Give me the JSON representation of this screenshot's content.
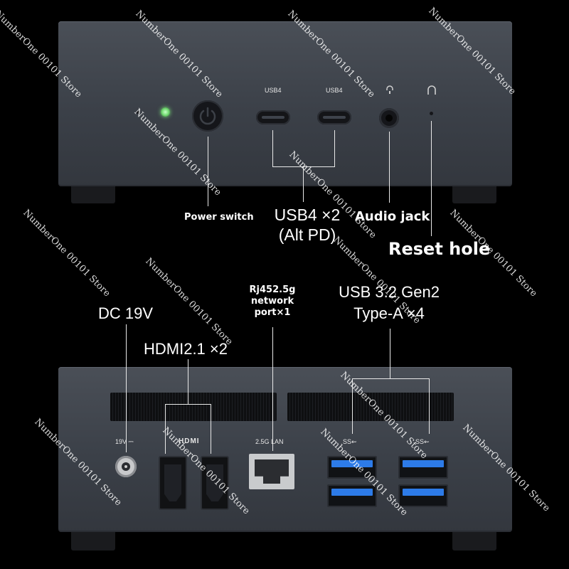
{
  "watermark": "NumberOne 00101 Store",
  "top_device": {
    "port_labels": {
      "usb4_left": "USB4",
      "usb4_right": "USB4"
    },
    "callouts": {
      "power": "Power switch",
      "usb4_line1": "USB4 ×2",
      "usb4_line2": "(Alt PD)",
      "audio": "Audio jack",
      "reset": "Reset hole"
    }
  },
  "bottom_device": {
    "port_labels": {
      "dc": "19V ⎓",
      "hdmi": "HDMI",
      "lan": "2.5G LAN",
      "usb_left": "SS⇜",
      "usb_right": "SS⇜"
    },
    "callouts": {
      "dc": "DC 19V",
      "hdmi": "HDMI2.1 ×2",
      "rj_line1": "Rj452.5g",
      "rj_line2": "network",
      "rj_line3": "port×1",
      "usb_line1": "USB 3.2 Gen2",
      "usb_line2": "Type-A ×4"
    }
  },
  "colors": {
    "background": "#000000",
    "chassis": "#3e434a",
    "power_led": "#7be07b",
    "usb_blue": "#2d7be8"
  }
}
